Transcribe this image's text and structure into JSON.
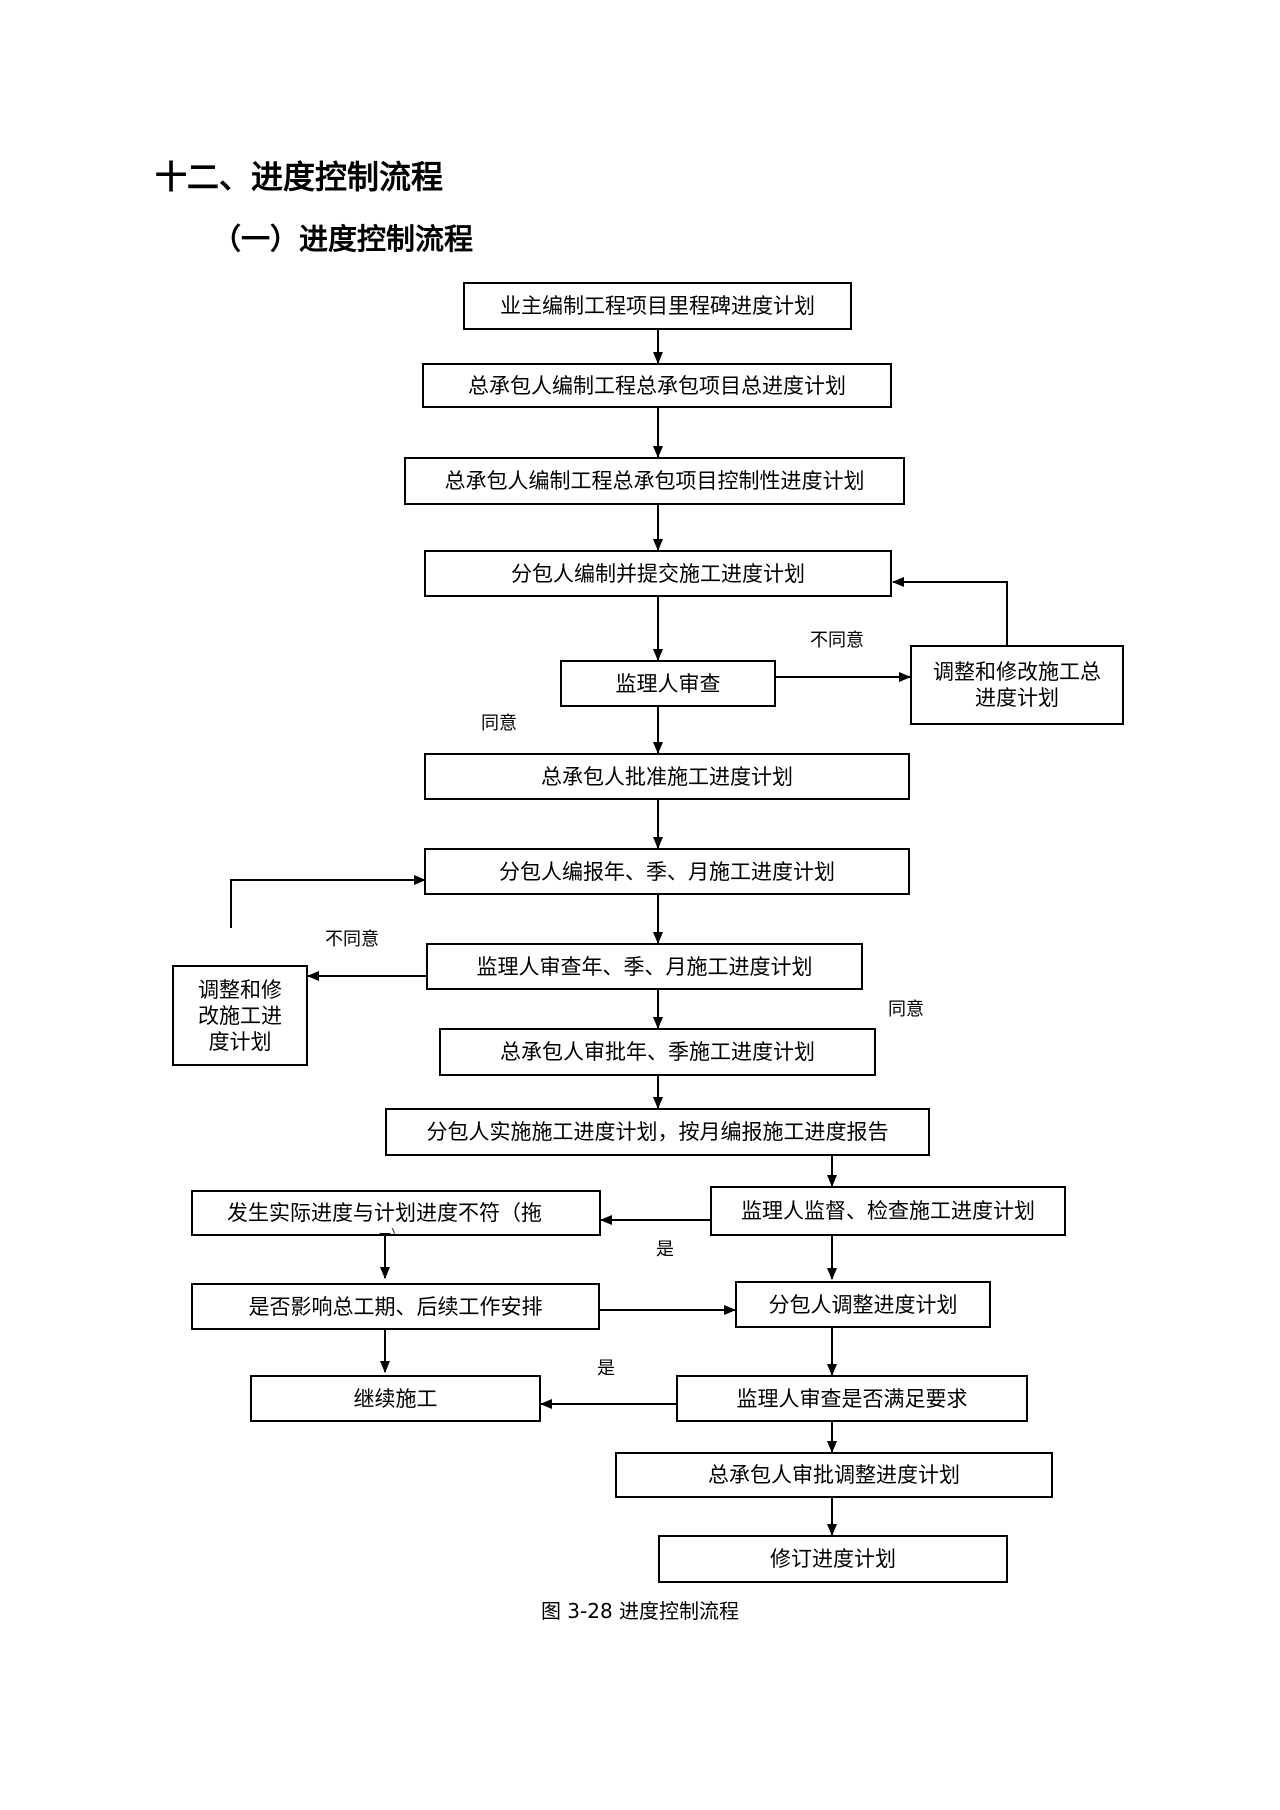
{
  "heading": {
    "title": "十二、进度控制流程",
    "subtitle": "（一）进度控制流程"
  },
  "nodes": {
    "n1": "业主编制工程项目里程碑进度计划",
    "n2": "总承包人编制工程总承包项目总进度计划",
    "n3": "总承包人编制工程总承包项目控制性进度计划",
    "n4": "分包人编制并提交施工进度计划",
    "n5": "监理人审查",
    "n5r": "调整和修改施工总进度计划",
    "n6": "总承包人批准施工进度计划",
    "n7": "分包人编报年、季、月施工进度计划",
    "n8": "监理人审查年、季、月施工进度计划",
    "n8l": "调整和修改施工进度计划",
    "n9": "总承包人审批年、季施工进度计划",
    "n10": "分包人实施施工进度计划，按月编报施工进度报告",
    "n11": "监理人监督、检查施工进度计划",
    "n11l": "发生实际进度与计划进度不符（拖",
    "n11l_overflow": "一）",
    "n12": "分包人调整进度计划",
    "n12l": "是否影响总工期、后续工作安排",
    "n13": "监理人审查是否满足要求",
    "n13l": "继续施工",
    "n14": "总承包人审批调整进度计划",
    "n15": "修订进度计划"
  },
  "edge_labels": {
    "disagree_1": "不同意",
    "agree_1": "同意",
    "disagree_2": "不同意",
    "agree_2": "同意",
    "yes_1": "是",
    "yes_2": "是"
  },
  "caption": "图 3-28  进度控制流程"
}
